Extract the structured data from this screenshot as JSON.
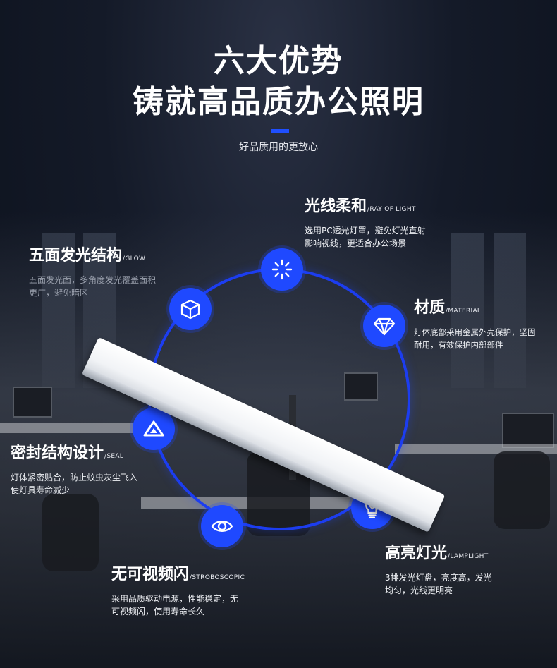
{
  "header": {
    "line1": "六大优势",
    "line2": "铸就高品质办公照明",
    "tagline": "好品质用的更放心"
  },
  "colors": {
    "accent": "#1f49ff",
    "ring": "#1c3df0",
    "background": "#141a28"
  },
  "features": [
    {
      "title": "光线柔和",
      "title_en": "/RAY OF LIGHT",
      "desc_lines": [
        "选用PC透光灯罩，避免灯光直射",
        "影响视线，更适合办公场景"
      ],
      "icon": "sun-icon"
    },
    {
      "title": "五面发光结构",
      "title_en": "/GLOW",
      "desc_lines": [
        "五面发光面，多角度发光覆盖面积",
        "更广，避免暗区"
      ],
      "icon": "cube-icon"
    },
    {
      "title": "材质",
      "title_en": "/MATERIAL",
      "desc_lines": [
        "灯体底部采用金属外壳保护，坚固",
        "耐用，有效保护内部部件"
      ],
      "icon": "diamond-icon"
    },
    {
      "title": "密封结构设计",
      "title_en": "/SEAL",
      "desc_lines": [
        "灯体紧密贴合，防止蚊虫灰尘飞入",
        "使灯具寿命减少"
      ],
      "icon": "triangle-icon"
    },
    {
      "title": "高亮灯光",
      "title_en": "/LAMPLIGHT",
      "desc_lines": [
        "3排发光灯盘，亮度高，发光",
        "均匀，光线更明亮"
      ],
      "icon": "bulb-icon"
    },
    {
      "title": "无可视频闪",
      "title_en": "/STROBOSCOPIC",
      "desc_lines": [
        "采用品质驱动电源，性能稳定，无",
        "可视频闪，使用寿命长久"
      ],
      "icon": "eye-icon"
    }
  ]
}
